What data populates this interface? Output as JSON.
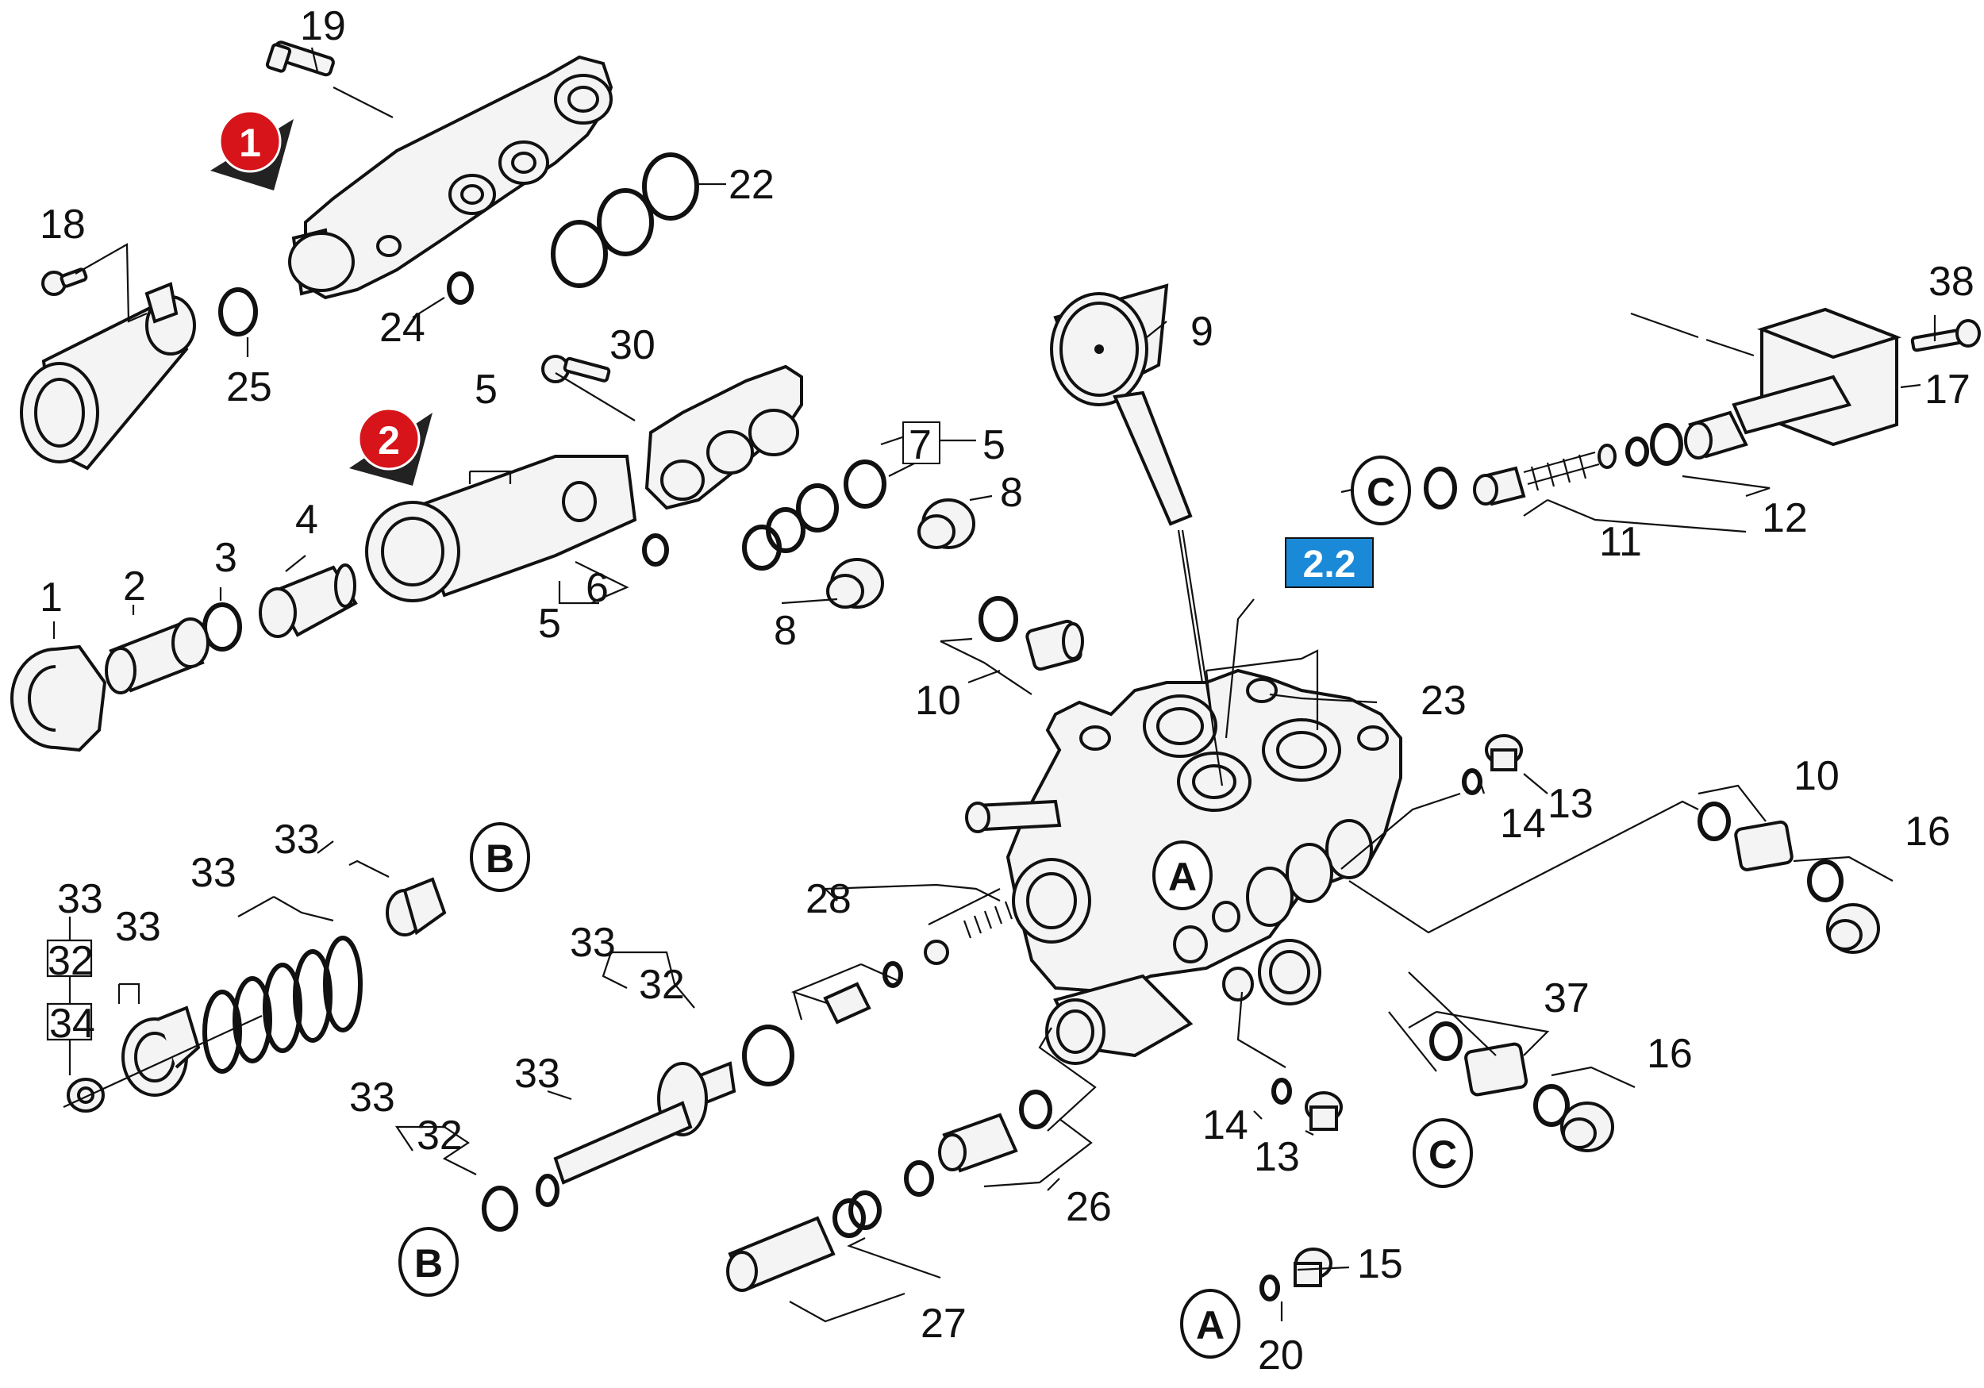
{
  "badges": {
    "assembly_1": "1",
    "assembly_2": "2"
  },
  "reference_tag": "2.2",
  "callouts": {
    "A": "A",
    "B": "B",
    "C": "C"
  },
  "part_labels": {
    "p19": "19",
    "p22": "22",
    "p18": "18",
    "p24": "24",
    "p25": "25",
    "p30": "30",
    "p5_top": "5",
    "p7": "7",
    "p5_right": "5",
    "p8_top": "8",
    "p4": "4",
    "p3": "3",
    "p2": "2",
    "p1": "1",
    "p6": "6",
    "p5_bottom": "5",
    "p8_bottom": "8",
    "p10_top": "10",
    "p9": "9",
    "p38": "38",
    "p17": "17",
    "p12": "12",
    "p11": "11",
    "p23": "23",
    "p13_top": "13",
    "p14_top": "14",
    "p10_right": "10",
    "p16_top": "16",
    "p28": "28",
    "p33_a": "33",
    "p33_b": "33",
    "p33_c": "33",
    "p32_a": "32",
    "p33_d": "33",
    "p33_e": "33",
    "p32_b": "32",
    "p34": "34",
    "p33_f": "33",
    "p33_g": "33",
    "p32_c": "32",
    "p37": "37",
    "p16_bottom": "16",
    "p14_bottom": "14",
    "p13_bottom": "13",
    "p26": "26",
    "p27": "27",
    "p15": "15",
    "p20": "20"
  },
  "colors": {
    "badge": "#d7141a",
    "reference_tag": "#1a8ad8",
    "lines": "#111111"
  }
}
